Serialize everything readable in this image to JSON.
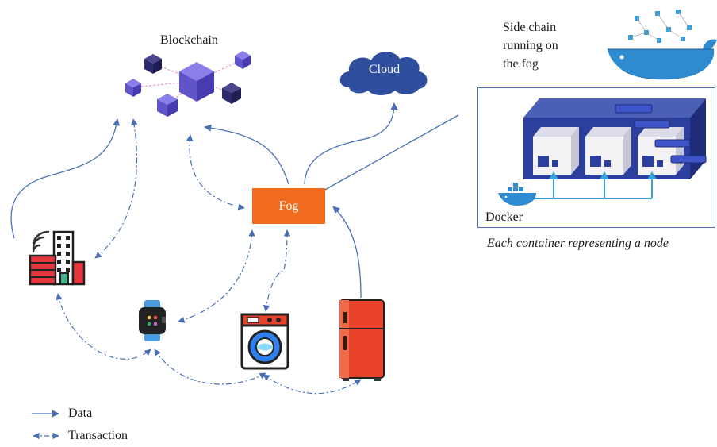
{
  "labels": {
    "blockchain": "Blockchain",
    "cloud": "Cloud",
    "fog": "Fog",
    "side_chain_line1": "Side chain",
    "side_chain_line2": "running on",
    "side_chain_line3": "the fog",
    "docker": "Docker",
    "caption": "Each container representing a node"
  },
  "legend": {
    "data": "Data",
    "transaction": "Transaction"
  },
  "colors": {
    "fog": "#f06b1d",
    "arrow": "#4a6fb5",
    "cloud": "#2f4e9e",
    "cube_dark": "#2b2a6b",
    "cube_light": "#6a5fd0",
    "building_red": "#e5353f",
    "fridge_red": "#e8432a",
    "whale": "#2f8bcf"
  },
  "icons": [
    "blockchain-cubes-icon",
    "cloud-icon",
    "docker-whale-icon",
    "smart-building-icon",
    "wifi-icon",
    "smartwatch-icon",
    "washing-machine-icon",
    "refrigerator-icon",
    "container-server-icon"
  ]
}
